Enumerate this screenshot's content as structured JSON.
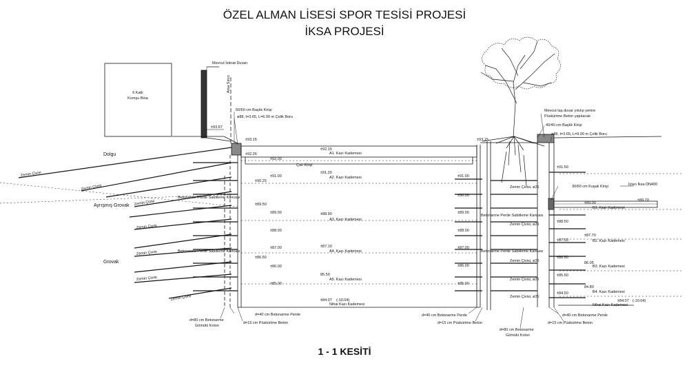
{
  "title": {
    "line1": "ÖZEL ALMAN LİSESİ SPOR TESİSİ PROJESİ",
    "line2": "İKSA PROJESİ"
  },
  "section_label": "1 - 1 KESİTİ",
  "left": {
    "building": {
      "line1": "6 Katlı",
      "line2": "Komşu Bina"
    },
    "retaining_wall": "Mevcut İstinat Duvarı",
    "property_line": "Arsa Sınırı",
    "cap_beam": "50/60 cm Başlık Kirişi",
    "pipe": "ø88, t=3.65, L=6.00 m Çelik Boru",
    "elev_93_67": "±93.67",
    "elev_93_15": "±93.15",
    "layer_fill": "Dolgu",
    "layer_sandy_gravel": "Ayrışmış Grovak",
    "layer_gravel": "Grovak",
    "anchor": "Zemin Çivisi",
    "hook": "Betonarme Perde Sabitleme Kancası",
    "pile_note_1": "d=80 cm Betonarme",
    "pile_note_2": "Gömülü Kolon",
    "wall_note": "d=40 cm Betonarme Perde",
    "shotcrete_note": "d=15 cm Püskürtme Beton"
  },
  "center": {
    "roof_beam": "Çatı Kirişi",
    "stage_a1": "A1. Kazı Kademesi",
    "stage_a2": "A2. Kazı Kademesi",
    "stage_a3": "A3. Kazı Kademesi",
    "stage_a4": "A4. Kazı Kademesi",
    "stage_a5": "A5. Kazı Kademesi",
    "final": "Nihai Kazı Kademesi",
    "e_92_15": "±92.15",
    "e_91_20": "±91.20",
    "e_88_90": "±88.90",
    "e_87_10": "±87.10",
    "e_85_50": "85.50",
    "e_84_07": "±84.07",
    "e_minus": "(-10.04)"
  },
  "left_elev": [
    "±92.26",
    "±92.00",
    "±91.00",
    "±90.25",
    "±89.50",
    "±89.00",
    "±88.00",
    "±87.00",
    "±86.50",
    "±86.00",
    "±85.00"
  ],
  "right_elev_inner": [
    "±91.00",
    "±90.00",
    "±89.00",
    "±88.00",
    "±87.00",
    "±86.00",
    "±85.00"
  ],
  "right": {
    "note_1": "Mevcut taş duvar yıkılıp yerine",
    "note_2": "Püskürtme Beton yapılacak",
    "cap_beam": "40/40 cm Başlık Kirişi",
    "pipe": "ø88, t=3.65, L=9.00 m Çelik Boru",
    "elev_93_15": "±93.15",
    "belt_beam": "30/60 cm Kuşak Kirişi",
    "sewer": "İçten İksa DN400",
    "anchor_d26": "Zemin Çivisi, ø26",
    "hook": "Betonarme Perde Sabitleme Kancası",
    "stage_b1": "B1. Kazı Kademesi",
    "stage_b2": "B2. Kazı Kademesi",
    "stage_b3": "B3. Kazı Kademesi",
    "stage_b4": "B4. Kazı Kademesi",
    "final": "Nihai Kazı Kademesi",
    "wall_note": "d=40 cm Betonarme Perde",
    "shotcrete_note": "d=15 cm Püskürtme Beton",
    "pile_note_1": "d=80 cm Betonarme",
    "pile_note_2": "Gömülü Kolon",
    "e_91_50": "±91.50",
    "e_89_70": "±89.70",
    "e_89_00": "±89.00",
    "e_88_50": "±88.50",
    "e_87_70": "±87.70",
    "e_87_50": "±87.50",
    "e_86_50": "±86.50",
    "e_86_05": "86.05",
    "e_85_50": "±85.50",
    "e_84_80": "84.80",
    "e_84_50": "±84.50",
    "e_84_07": "±84.07",
    "e_minus": "(-10.04)"
  }
}
